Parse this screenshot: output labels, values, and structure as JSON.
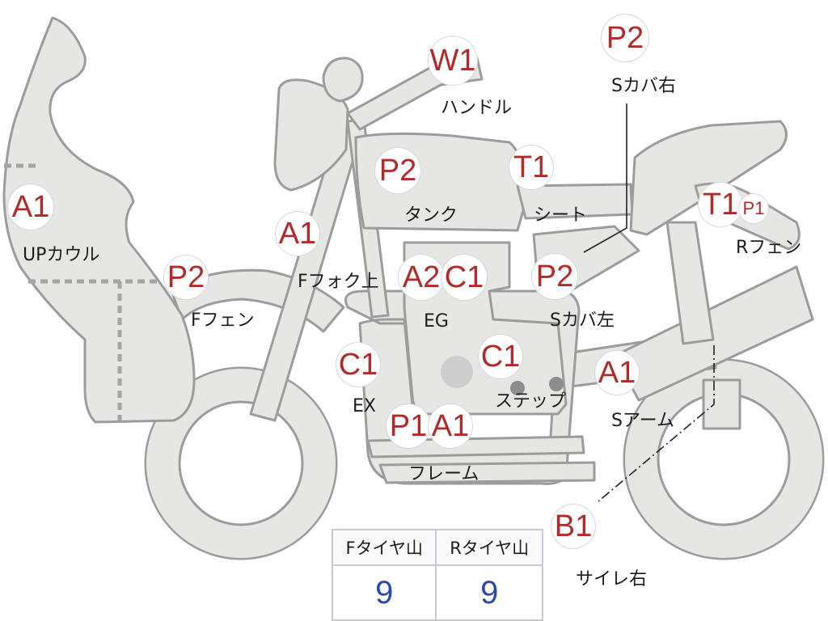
{
  "diagram": {
    "parts": [
      {
        "id": "up-cowl",
        "code": "A1",
        "label": "UPカウル"
      },
      {
        "id": "f-fender",
        "code": "P2",
        "label": "Fフェン"
      },
      {
        "id": "f-fork",
        "code": "A1",
        "label": "Fフォク上"
      },
      {
        "id": "handle",
        "code": "W1",
        "label": "ハンドル"
      },
      {
        "id": "tank",
        "code": "P2",
        "label": "タンク"
      },
      {
        "id": "seat",
        "code": "T1",
        "label": "シート"
      },
      {
        "id": "s-cover-right",
        "code": "P2",
        "label": "Sカバ右"
      },
      {
        "id": "r-fender",
        "code": "T1",
        "code2": "P1",
        "label": "Rフェン"
      },
      {
        "id": "engine",
        "code": "A2",
        "code2": "C1",
        "label": "EG"
      },
      {
        "id": "s-cover-left",
        "code": "P2",
        "label": "Sカバ左"
      },
      {
        "id": "exhaust",
        "code": "C1",
        "label": "EX"
      },
      {
        "id": "step",
        "code": "C1",
        "label": "ステップ"
      },
      {
        "id": "swing-arm",
        "code": "A1",
        "label": "Sアーム"
      },
      {
        "id": "frame",
        "code": "P1",
        "code2": "A1",
        "label": "フレーム"
      },
      {
        "id": "silencer-right",
        "code": "B1",
        "label": "サイレ右"
      }
    ]
  },
  "tire_table": {
    "front_label": "Fタイヤ山",
    "rear_label": "Rタイヤ山",
    "front_value": "9",
    "rear_value": "9"
  },
  "colors": {
    "code": "#b32a2a",
    "tire_value": "#2a4aa8",
    "part_fill": "#e6e6e4",
    "part_stroke": "#9c9c9c"
  }
}
